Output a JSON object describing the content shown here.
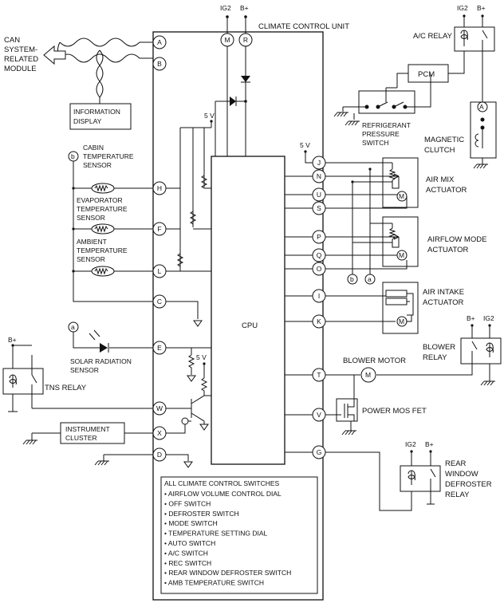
{
  "unit_title": "CLIMATE CONTROL UNIT",
  "cpu_label": "CPU",
  "supply": {
    "ig2": "IG2",
    "bplus": "B+",
    "five_v": "5 V"
  },
  "can_module": [
    "CAN",
    "SYSTEM-",
    "RELATED",
    "MODULE"
  ],
  "info_display": [
    "INFORMATION",
    "DISPLAY"
  ],
  "sensors": {
    "cabin": [
      "CABIN",
      "TEMPERATURE",
      "SENSOR"
    ],
    "evaporator": [
      "EVAPORATOR",
      "TEMPERATURE",
      "SENSOR"
    ],
    "ambient": [
      "AMBIENT",
      "TEMPERATURE",
      "SENSOR"
    ],
    "solar": [
      "SOLAR RADIATION",
      "SENSOR"
    ]
  },
  "tns_relay": "TNS RELAY",
  "instrument_cluster": [
    "INSTRUMENT",
    "CLUSTER"
  ],
  "ac_relay": "A/C RELAY",
  "pcm": "PCM",
  "refrigerant_switch": [
    "REFRIGERANT",
    "PRESSURE",
    "SWITCH"
  ],
  "magnetic_clutch": [
    "MAGNETIC",
    "CLUTCH"
  ],
  "air_mix": [
    "AIR MIX",
    "ACTUATOR"
  ],
  "airflow_mode": [
    "AIRFLOW MODE",
    "ACTUATOR"
  ],
  "air_intake": [
    "AIR INTAKE",
    "ACTUATOR"
  ],
  "blower_relay": [
    "BLOWER",
    "RELAY"
  ],
  "blower_motor": "BLOWER MOTOR",
  "power_mos_fet": "POWER MOS FET",
  "rear_defroster": [
    "REAR",
    "WINDOW",
    "DEFROSTER",
    "RELAY"
  ],
  "motor_symbol": "M",
  "left_pins": [
    "A",
    "B",
    "H",
    "F",
    "L",
    "C",
    "E",
    "W",
    "X",
    "D"
  ],
  "right_pins": [
    "J",
    "N",
    "U",
    "S",
    "P",
    "Q",
    "O",
    "I",
    "K",
    "T",
    "V",
    "G"
  ],
  "top_pins": [
    "M",
    "R"
  ],
  "cross_refs": {
    "a": "a",
    "b": "b"
  },
  "switches_title": "ALL CLIMATE CONTROL SWITCHES",
  "switches": [
    "AIRFLOW VOLUME CONTROL DIAL",
    "OFF SWITCH",
    "DEFROSTER SWITCH",
    "MODE SWITCH",
    "TEMPERATURE SETTING DIAL",
    "AUTO SWITCH",
    "A/C SWITCH",
    "REC SWITCH",
    "REAR WINDOW DEFROSTER SWITCH",
    "AMB TEMPERATURE SWITCH"
  ]
}
